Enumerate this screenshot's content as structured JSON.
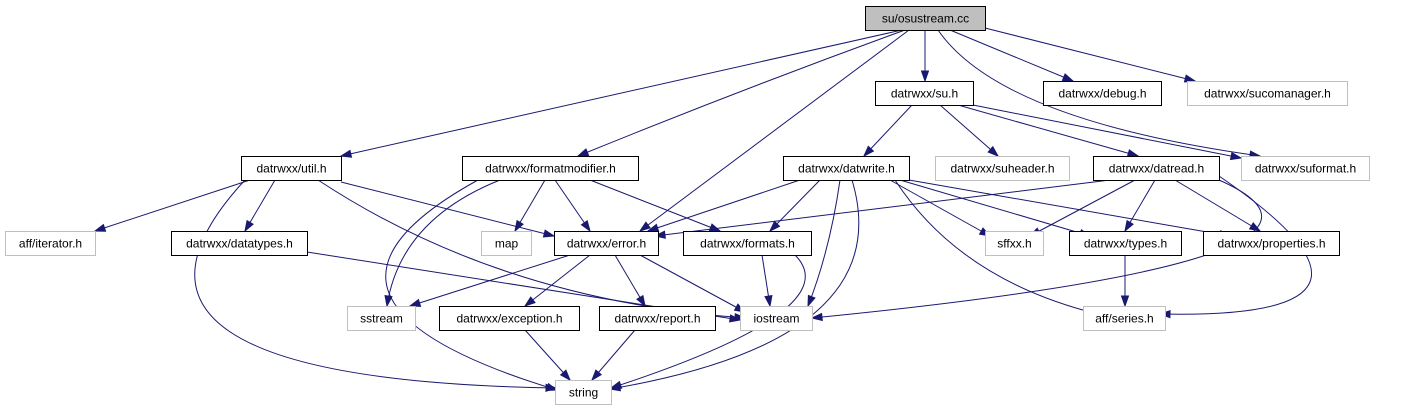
{
  "colors": {
    "edge": "#191970",
    "root_fill": "#bfbfbf",
    "node_fill": "#ffffff",
    "documented_border": "#000000",
    "external_border": "#bfbfbf"
  },
  "nodes": {
    "root": {
      "label": "su/osustream.cc",
      "kind": "root"
    },
    "util": {
      "label": "datrwxx/util.h",
      "kind": "documented"
    },
    "formatmodifier": {
      "label": "datrwxx/formatmodifier.h",
      "kind": "documented"
    },
    "su": {
      "label": "datrwxx/su.h",
      "kind": "documented"
    },
    "debug": {
      "label": "datrwxx/debug.h",
      "kind": "documented"
    },
    "sucomanager": {
      "label": "datrwxx/sucomanager.h",
      "kind": "external"
    },
    "datwrite": {
      "label": "datrwxx/datwrite.h",
      "kind": "documented"
    },
    "suheader": {
      "label": "datrwxx/suheader.h",
      "kind": "external"
    },
    "datread": {
      "label": "datrwxx/datread.h",
      "kind": "documented"
    },
    "suformat": {
      "label": "datrwxx/suformat.h",
      "kind": "external"
    },
    "iterator": {
      "label": "aff/iterator.h",
      "kind": "external"
    },
    "datatypes": {
      "label": "datrwxx/datatypes.h",
      "kind": "documented"
    },
    "map": {
      "label": "map",
      "kind": "external"
    },
    "error": {
      "label": "datrwxx/error.h",
      "kind": "documented"
    },
    "formats": {
      "label": "datrwxx/formats.h",
      "kind": "documented"
    },
    "sffxx": {
      "label": "sffxx.h",
      "kind": "external"
    },
    "types": {
      "label": "datrwxx/types.h",
      "kind": "documented"
    },
    "properties": {
      "label": "datrwxx/properties.h",
      "kind": "documented"
    },
    "sstream": {
      "label": "sstream",
      "kind": "external"
    },
    "exception": {
      "label": "datrwxx/exception.h",
      "kind": "documented"
    },
    "report": {
      "label": "datrwxx/report.h",
      "kind": "documented"
    },
    "iostream": {
      "label": "iostream",
      "kind": "external"
    },
    "series": {
      "label": "aff/series.h",
      "kind": "external"
    },
    "string": {
      "label": "string",
      "kind": "external"
    }
  },
  "edges": [
    [
      "root",
      "util"
    ],
    [
      "root",
      "formatmodifier"
    ],
    [
      "root",
      "error"
    ],
    [
      "root",
      "su"
    ],
    [
      "root",
      "suformat"
    ],
    [
      "root",
      "debug"
    ],
    [
      "root",
      "sucomanager"
    ],
    [
      "util",
      "iterator"
    ],
    [
      "util",
      "datatypes"
    ],
    [
      "util",
      "error"
    ],
    [
      "util",
      "iostream"
    ],
    [
      "util",
      "string"
    ],
    [
      "formatmodifier",
      "map"
    ],
    [
      "formatmodifier",
      "error"
    ],
    [
      "formatmodifier",
      "formats"
    ],
    [
      "formatmodifier",
      "sstream"
    ],
    [
      "formatmodifier",
      "string"
    ],
    [
      "su",
      "datwrite"
    ],
    [
      "su",
      "suheader"
    ],
    [
      "su",
      "datread"
    ],
    [
      "su",
      "suformat"
    ],
    [
      "datwrite",
      "error"
    ],
    [
      "datwrite",
      "formats"
    ],
    [
      "datwrite",
      "iostream"
    ],
    [
      "datwrite",
      "string"
    ],
    [
      "datwrite",
      "sffxx"
    ],
    [
      "datwrite",
      "types"
    ],
    [
      "datwrite",
      "properties"
    ],
    [
      "datwrite",
      "series"
    ],
    [
      "datread",
      "error"
    ],
    [
      "datread",
      "sffxx"
    ],
    [
      "datread",
      "types"
    ],
    [
      "datread",
      "properties"
    ],
    [
      "datread",
      "iostream"
    ],
    [
      "datread",
      "series"
    ],
    [
      "datatypes",
      "iostream"
    ],
    [
      "error",
      "sstream"
    ],
    [
      "error",
      "exception"
    ],
    [
      "error",
      "report"
    ],
    [
      "error",
      "iostream"
    ],
    [
      "formats",
      "iostream"
    ],
    [
      "formats",
      "string"
    ],
    [
      "types",
      "series"
    ],
    [
      "exception",
      "string"
    ],
    [
      "report",
      "string"
    ]
  ]
}
